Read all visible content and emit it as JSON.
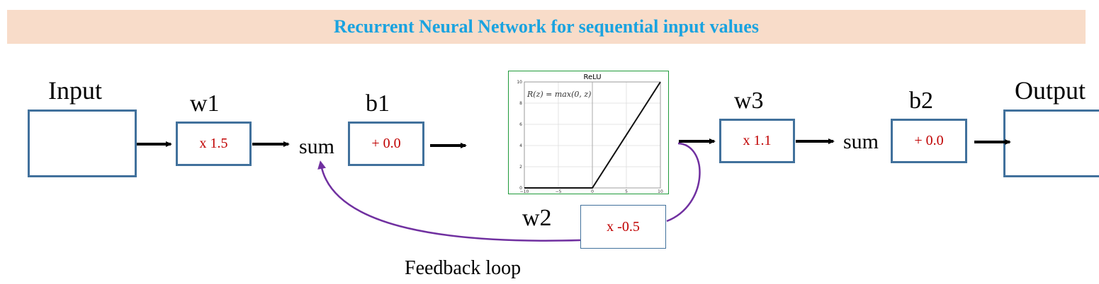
{
  "title": "Recurrent Neural Network for sequential input values",
  "nodes": {
    "input_label": "Input",
    "output_label": "Output",
    "w1": {
      "label": "w1",
      "value": "x 1.5"
    },
    "b1": {
      "label": "b1",
      "value": "+ 0.0"
    },
    "w2": {
      "label": "w2",
      "value": "x -0.5"
    },
    "w3": {
      "label": "w3",
      "value": "x 1.1"
    },
    "b2": {
      "label": "b2",
      "value": "+ 0.0"
    },
    "sum1": "sum",
    "sum2": "sum"
  },
  "activation_plot": {
    "title": "ReLU",
    "formula": "R(z) = max(0,  z)",
    "x_ticks": [
      "−10",
      "−5",
      "0",
      "5",
      "10"
    ],
    "y_ticks": [
      "0",
      "2",
      "4",
      "6",
      "8",
      "10"
    ],
    "xlim": [
      -10,
      10
    ],
    "ylim": [
      0,
      10
    ]
  },
  "feedback_label": "Feedback loop",
  "colors": {
    "box_border": "#41719c",
    "value_text": "#c00000",
    "banner_bg": "#f8dcc9",
    "title_text": "#1aa3e0",
    "loop_curve": "#7030a0",
    "plot_border": "#1f9a3a"
  }
}
